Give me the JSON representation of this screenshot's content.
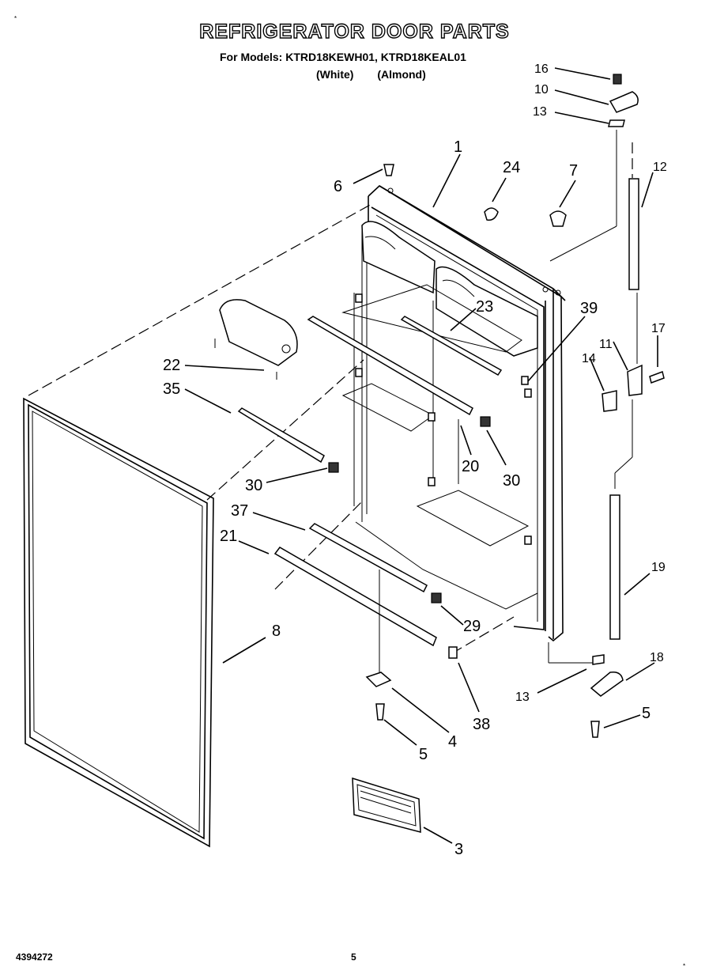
{
  "header": {
    "title": "REFRIGERATOR DOOR PARTS",
    "models_line": "For Models: KTRD18KEWH01, KTRD18KEAL01",
    "color_white": "(White)",
    "color_almond": "(Almond)"
  },
  "callouts": [
    "1",
    "3",
    "4",
    "5",
    "5",
    "6",
    "7",
    "8",
    "10",
    "11",
    "12",
    "13",
    "13",
    "14",
    "16",
    "17",
    "18",
    "19",
    "20",
    "21",
    "22",
    "23",
    "24",
    "29",
    "30",
    "30",
    "35",
    "37",
    "38",
    "39"
  ],
  "footer": {
    "doc_number": "4394272",
    "page_number": "5"
  }
}
